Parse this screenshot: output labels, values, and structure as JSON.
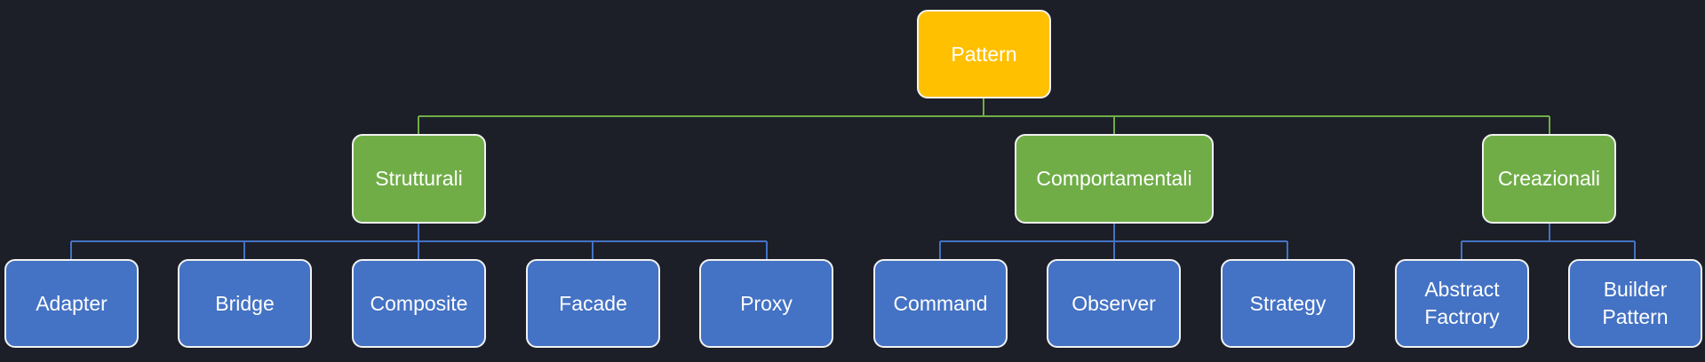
{
  "colors": {
    "background": "#1c1f27",
    "root_fill": "#ffc000",
    "category_fill": "#70ad47",
    "leaf_fill": "#4472c4",
    "root_connector": "#70ad47",
    "leaf_connector": "#4472c4",
    "border": "#f2f2f2"
  },
  "root": {
    "label": "Pattern"
  },
  "categories": [
    {
      "label": "Strutturali"
    },
    {
      "label": "Comportamentali"
    },
    {
      "label": "Creazionali"
    }
  ],
  "leaves": [
    {
      "label": "Adapter",
      "parent": 0
    },
    {
      "label": "Bridge",
      "parent": 0
    },
    {
      "label": "Composite",
      "parent": 0
    },
    {
      "label": "Facade",
      "parent": 0
    },
    {
      "label": "Proxy",
      "parent": 0
    },
    {
      "label": "Command",
      "parent": 1
    },
    {
      "label": "Observer",
      "parent": 1
    },
    {
      "label": "Strategy",
      "parent": 1
    },
    {
      "label": "Abstract\nFactrory",
      "parent": 2
    },
    {
      "label": "Builder\nPattern",
      "parent": 2
    }
  ]
}
